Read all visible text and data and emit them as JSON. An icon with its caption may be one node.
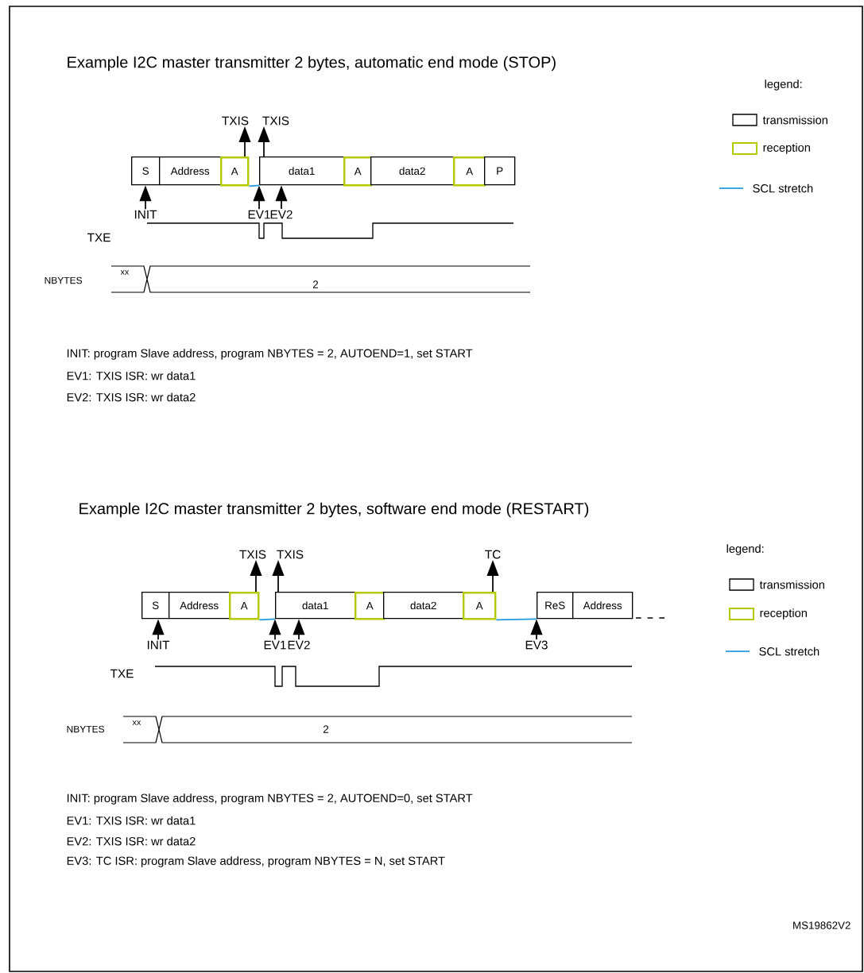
{
  "diagram": {
    "nodes": [
      {
        "text": [
          "S"
        ]
      },
      {
        "text": [
          "Address"
        ]
      },
      {
        "text": [
          "A"
        ]
      },
      {
        "text": [
          "data1"
        ]
      },
      {
        "text": [
          "A"
        ]
      },
      {
        "text": [
          "data2"
        ]
      },
      {
        "text": [
          "A"
        ]
      },
      {
        "text": [
          "P"
        ]
      },
      {
        "text": [
          "TXIS"
        ]
      },
      {
        "text": [
          "TXIS"
        ]
      },
      {
        "text": [
          "INIT"
        ]
      },
      {
        "text": [
          "EV1"
        ]
      },
      {
        "text": [
          "EV2"
        ]
      },
      {
        "text": [
          "S"
        ]
      },
      {
        "text": [
          "Address"
        ]
      },
      {
        "text": [
          "A"
        ]
      },
      {
        "text": [
          "data1"
        ]
      },
      {
        "text": [
          "A"
        ]
      },
      {
        "text": [
          "data2"
        ]
      },
      {
        "text": [
          "A"
        ]
      },
      {
        "text": [
          "ReS"
        ]
      },
      {
        "text": [
          "Address"
        ]
      },
      {
        "text": [
          "TXIS"
        ]
      },
      {
        "text": [
          "TXIS"
        ]
      },
      {
        "text": [
          "TC"
        ]
      },
      {
        "text": [
          "INIT"
        ]
      },
      {
        "text": [
          "EV1"
        ]
      },
      {
        "text": [
          "EV2"
        ]
      },
      {
        "text": [
          "EV3"
        ]
      }
    ],
    "edges": [
      {
        "from": 2,
        "to": 8,
        "arrow": "to"
      },
      {
        "from": 3,
        "to": 9,
        "arrow": "to"
      },
      {
        "from": 10,
        "to": 0,
        "arrow": "to"
      },
      {
        "from": 11,
        "to": 3,
        "arrow": "to"
      },
      {
        "from": 12,
        "to": 3,
        "arrow": "to"
      },
      {
        "from": 15,
        "to": 22,
        "arrow": "to"
      },
      {
        "from": 16,
        "to": 23,
        "arrow": "to"
      },
      {
        "from": 19,
        "to": 24,
        "arrow": "to"
      },
      {
        "from": 25,
        "to": 13,
        "arrow": "to"
      },
      {
        "from": 26,
        "to": 16,
        "arrow": "to"
      },
      {
        "from": 27,
        "to": 16,
        "arrow": "to"
      },
      {
        "from": 28,
        "to": 20,
        "arrow": "to"
      },
      {
        "from": 2,
        "to": 3,
        "arrow": "none",
        "color": "#1e9be0"
      },
      {
        "from": 15,
        "to": 16,
        "arrow": "none",
        "color": "#1e9be0"
      },
      {
        "from": 19,
        "to": 20,
        "arrow": "none",
        "color": "#1e9be0"
      }
    ],
    "labels": [
      "Example I2C master transmitter 2 bytes, automatic end mode (STOP)",
      "legend:",
      "TXE",
      "NBYTES",
      "xx",
      "2",
      "INIT: program Slave address, program NBYTES = 2, AUTOEND=1, set START",
      "EV1: TXIS ISR: wr data1",
      "EV2: TXIS ISR: wr data2",
      "Example I2C master transmitter 2 bytes, software end mode (RESTART)",
      "legend:",
      "TXE",
      "NBYTES",
      "xx",
      "2",
      "INIT: program Slave address, program NBYTES = 2, AUTOEND=0, set START",
      "EV1: TXIS ISR: wr data1",
      "EV2: TXIS ISR: wr data2",
      "EV3: TC ISR: program Slave address, program NBYTES = N, set START",
      "MS19862V2"
    ],
    "legend": [
      {
        "text": "transmission"
      },
      {
        "text": "reception"
      },
      {
        "text": "SCL stretch"
      },
      {
        "text": "transmission"
      },
      {
        "text": "reception"
      },
      {
        "text": "SCL stretch"
      }
    ]
  }
}
